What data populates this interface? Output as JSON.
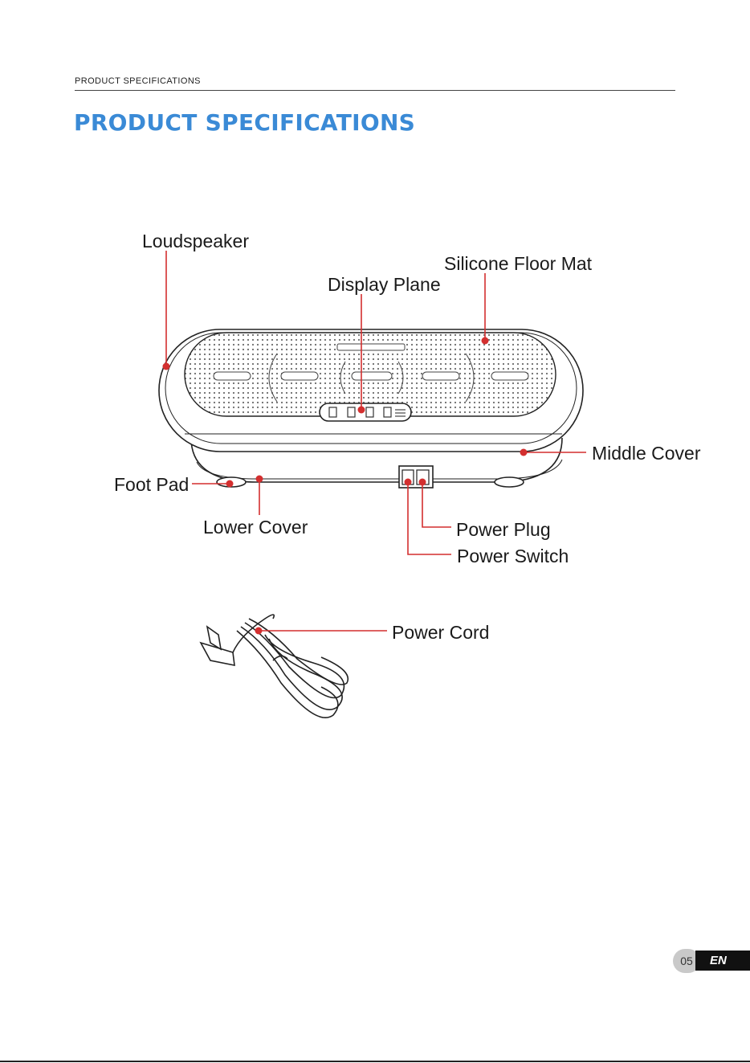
{
  "header": {
    "section_label": "PRODUCT SPECIFICATIONS"
  },
  "title": {
    "text": "PRODUCT SPECIFICATIONS",
    "color": "#3a8ad6"
  },
  "diagram": {
    "accent_color": "#d32f2f",
    "labels": {
      "loudspeaker": "Loudspeaker",
      "silicone_floor_mat": "Silicone Floor Mat",
      "display_plane": "Display Plane",
      "middle_cover": "Middle Cover",
      "foot_pad": "Foot Pad",
      "lower_cover": "Lower Cover",
      "power_plug": "Power Plug",
      "power_switch": "Power Switch",
      "power_cord": "Power Cord"
    }
  },
  "footer": {
    "page_number": "05",
    "language": "EN"
  }
}
